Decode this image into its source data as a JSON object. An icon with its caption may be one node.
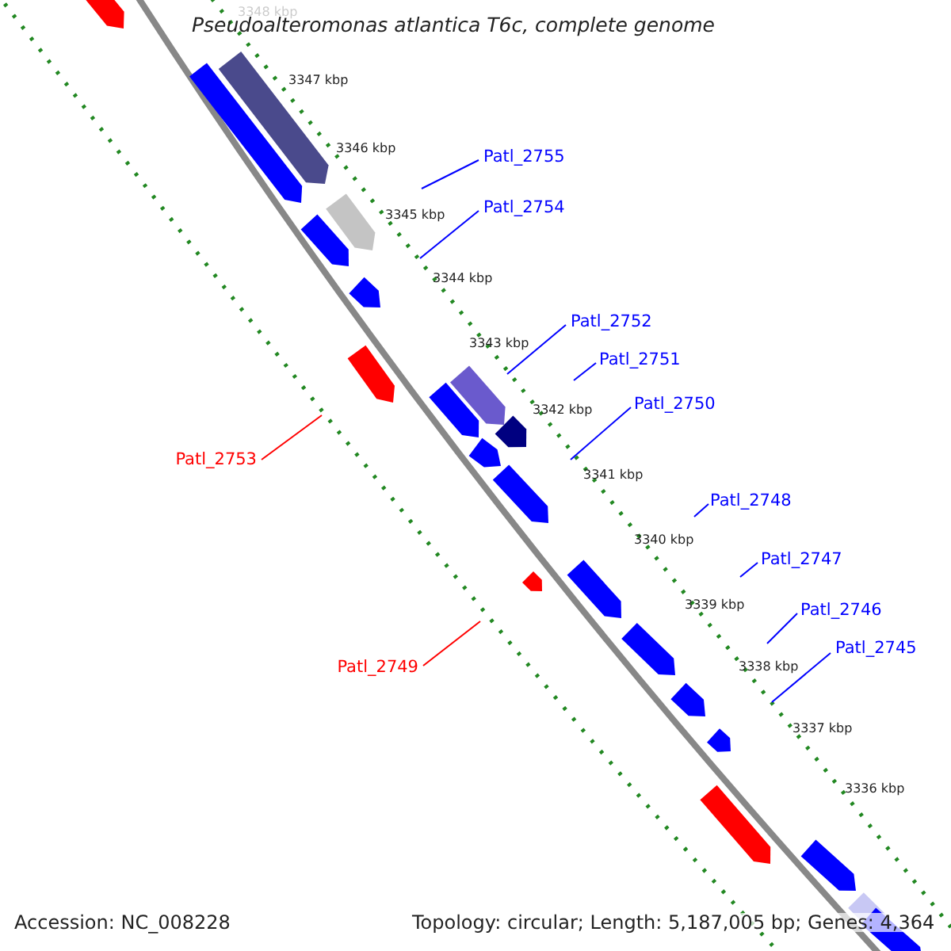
{
  "diagram": {
    "title": "Pseudoalteromonas atlantica T6c, complete genome",
    "nodes": [
      {
        "text": [
          "Patl_2755"
        ]
      },
      {
        "text": [
          "Patl_2754"
        ]
      },
      {
        "text": [
          "Patl_2752"
        ]
      },
      {
        "text": [
          "Patl_2751"
        ]
      },
      {
        "text": [
          "Patl_2750"
        ]
      },
      {
        "text": [
          "Patl_2753"
        ]
      },
      {
        "text": [
          "Patl_2748"
        ]
      },
      {
        "text": [
          "Patl_2747"
        ]
      },
      {
        "text": [
          "Patl_2746"
        ]
      },
      {
        "text": [
          "Patl_2745"
        ]
      },
      {
        "text": [
          "Patl_2749"
        ]
      }
    ],
    "edges": [
      {
        "from": 0,
        "to": null,
        "arrow": "none"
      },
      {
        "from": 1,
        "to": null,
        "arrow": "none"
      },
      {
        "from": 2,
        "to": null,
        "arrow": "none"
      },
      {
        "from": 3,
        "to": null,
        "arrow": "none"
      },
      {
        "from": 4,
        "to": null,
        "arrow": "none"
      },
      {
        "from": 5,
        "to": null,
        "arrow": "none",
        "color": "#ff0000"
      },
      {
        "from": 6,
        "to": null,
        "arrow": "none"
      },
      {
        "from": 7,
        "to": null,
        "arrow": "none"
      },
      {
        "from": 8,
        "to": null,
        "arrow": "none"
      },
      {
        "from": 9,
        "to": null,
        "arrow": "none"
      },
      {
        "from": 10,
        "to": null,
        "arrow": "none",
        "color": "#ff0000"
      }
    ],
    "labels": [
      "3348 kbp",
      "3347 kbp",
      "3346 kbp",
      "3345 kbp",
      "3344 kbp",
      "3343 kbp",
      "3342 kbp",
      "3341 kbp",
      "3340 kbp",
      "3339 kbp",
      "3338 kbp",
      "3337 kbp",
      "3336 kbp",
      "Accession: NC_008228",
      "Topology: circular; Length: 5,187,005 bp; Genes: 4,364"
    ]
  }
}
